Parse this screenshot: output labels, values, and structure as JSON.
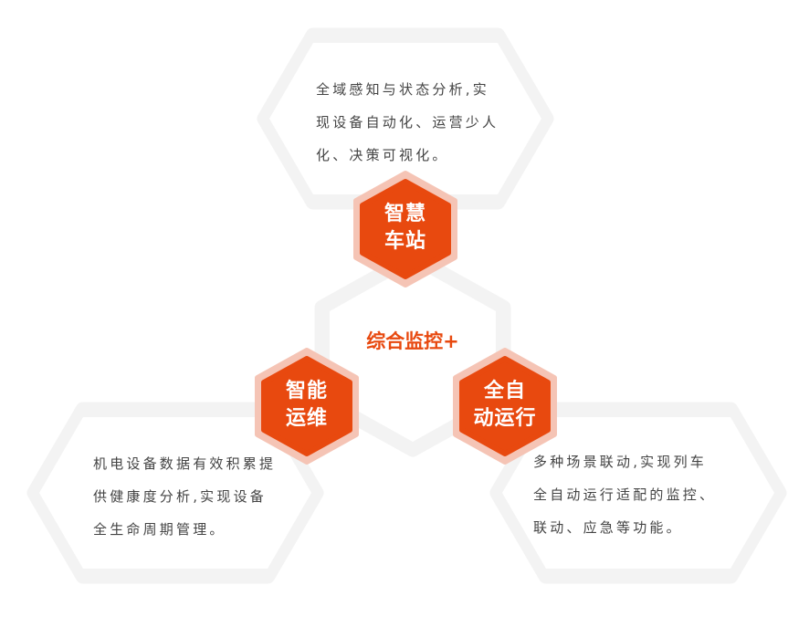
{
  "colors": {
    "accent": "#e8490f",
    "accent_ring": "#f5c4b5",
    "hex_outline": "#f3f3f3",
    "text": "#444444"
  },
  "center": {
    "title": "综合监控+"
  },
  "modules": [
    {
      "badge": [
        "智慧",
        "车站"
      ],
      "description": [
        "全域感知与状态分析,实",
        "现设备自动化、运营少人",
        "化、决策可视化。"
      ]
    },
    {
      "badge": [
        "智能",
        "运维"
      ],
      "description": [
        "机电设备数据有效积累提",
        "供健康度分析,实现设备",
        "全生命周期管理。"
      ]
    },
    {
      "badge": [
        "全自",
        "动运行"
      ],
      "description": [
        "多种场景联动,实现列车",
        "全自动运行适配的监控、",
        "联动、应急等功能。"
      ]
    }
  ]
}
